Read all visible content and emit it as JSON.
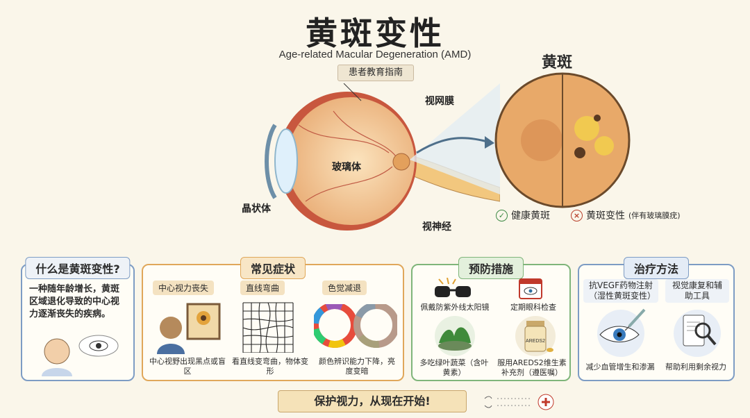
{
  "header": {
    "title": "黄斑变性",
    "subtitle": "Age-related Macular Degeneration (AMD)",
    "badge": "患者教育指南"
  },
  "eye_labels": {
    "retina": "视网膜",
    "vitreous": "玻璃体",
    "lens": "晶状体",
    "optic_nerve": "视神经"
  },
  "macula": {
    "title": "黄斑",
    "healthy": "健康黄斑",
    "degenerated": "黄斑变性",
    "degenerated_note": "(伴有玻璃膜疣)"
  },
  "sections": {
    "what": {
      "title": "什么是黄斑变性?",
      "text": "一种随年龄增长，黄斑区域退化导致的中心视力逐渐丧失的疾病。"
    },
    "symptoms": {
      "title": "常见症状",
      "items": [
        {
          "label": "中心视力丧失",
          "caption": "中心视野出现黑点或盲区"
        },
        {
          "label": "直线弯曲",
          "caption": "看直线变弯曲，物体变形"
        },
        {
          "label": "色觉减退",
          "caption": "颜色辨识能力下降，亮度变暗"
        }
      ]
    },
    "prevention": {
      "title": "预防措施",
      "items": [
        {
          "caption": "佩戴防紫外线太阳镜"
        },
        {
          "caption": "定期眼科检查"
        },
        {
          "caption": "多吃绿叶蔬菜（含叶黄素）"
        },
        {
          "caption": "服用AREDS2维生素补充剂（遵医嘱）"
        }
      ],
      "bottle_label": "AREDS2"
    },
    "treatment": {
      "title": "治疗方法",
      "items": [
        {
          "label": "抗VEGF药物注射（湿性黄斑变性）",
          "caption": "减少血管增生和渗漏"
        },
        {
          "label": "视觉康复和辅助工具",
          "caption": "帮助利用剩余视力"
        }
      ]
    }
  },
  "footer": {
    "slogan": "保护视力，从现在开始!"
  },
  "colors": {
    "symptoms": "#e0a75a",
    "prevention": "#7fb57a",
    "treatment": "#7d9cc4",
    "what": "#7d9cc4"
  }
}
